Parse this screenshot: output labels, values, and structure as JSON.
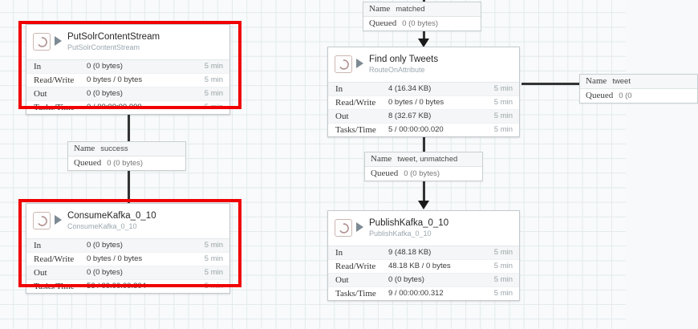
{
  "canvas": {
    "grid_color": "#e3eaec",
    "background_color": "#f8fafb",
    "annotation_color": "#f00000"
  },
  "stat_labels": {
    "in": "In",
    "read_write": "Read/Write",
    "out": "Out",
    "tasks_time": "Tasks/Time"
  },
  "conn_labels": {
    "name": "Name",
    "queued": "Queued"
  },
  "processors": [
    {
      "id": "put-solr-content-stream",
      "title": "PutSolrContentStream",
      "type": "PutSolrContentStream",
      "icon": "processor-icon",
      "run_state": "running",
      "stats": {
        "in": "0 (0 bytes)",
        "in_time": "5 min",
        "read_write": "0 bytes / 0 bytes",
        "read_write_time": "5 min",
        "out": "0 (0 bytes)",
        "out_time": "5 min",
        "tasks_time": "0 / 00:00:00.000",
        "tasks_time_time": "5 min"
      }
    },
    {
      "id": "consume-kafka-0-10",
      "title": "ConsumeKafka_0_10",
      "type": "ConsumeKafka_0_10",
      "icon": "processor-icon",
      "run_state": "running",
      "stats": {
        "in": "0 (0 bytes)",
        "in_time": "5 min",
        "read_write": "0 bytes / 0 bytes",
        "read_write_time": "5 min",
        "out": "0 (0 bytes)",
        "out_time": "5 min",
        "tasks_time": "56 / 00:00:00.804",
        "tasks_time_time": "5 min"
      }
    },
    {
      "id": "find-only-tweets",
      "title": "Find only Tweets",
      "type": "RouteOnAttribute",
      "icon": "processor-icon",
      "run_state": "running",
      "stats": {
        "in": "4 (16.34 KB)",
        "in_time": "5 min",
        "read_write": "0 bytes / 0 bytes",
        "read_write_time": "5 min",
        "out": "8 (32.67 KB)",
        "out_time": "5 min",
        "tasks_time": "5 / 00:00:00.020",
        "tasks_time_time": "5 min"
      }
    },
    {
      "id": "publish-kafka-0-10",
      "title": "PublishKafka_0_10",
      "type": "PublishKafka_0_10",
      "icon": "processor-icon",
      "run_state": "running",
      "stats": {
        "in": "9 (48.18 KB)",
        "in_time": "5 min",
        "read_write": "48.18 KB / 0 bytes",
        "read_write_time": "5 min",
        "out": "0 (0 bytes)",
        "out_time": "5 min",
        "tasks_time": "9 / 00:00:00.312",
        "tasks_time_time": "5 min"
      }
    }
  ],
  "connections": [
    {
      "id": "conn-matched",
      "name": "matched",
      "queued": "0 (0 bytes)"
    },
    {
      "id": "conn-success",
      "name": "success",
      "queued": "0 (0 bytes)"
    },
    {
      "id": "conn-tweet-unmatched",
      "name": "tweet, unmatched",
      "queued": "0 (0 bytes)"
    },
    {
      "id": "conn-tweet-right",
      "name": "tweet",
      "queued": "0 (0"
    }
  ]
}
